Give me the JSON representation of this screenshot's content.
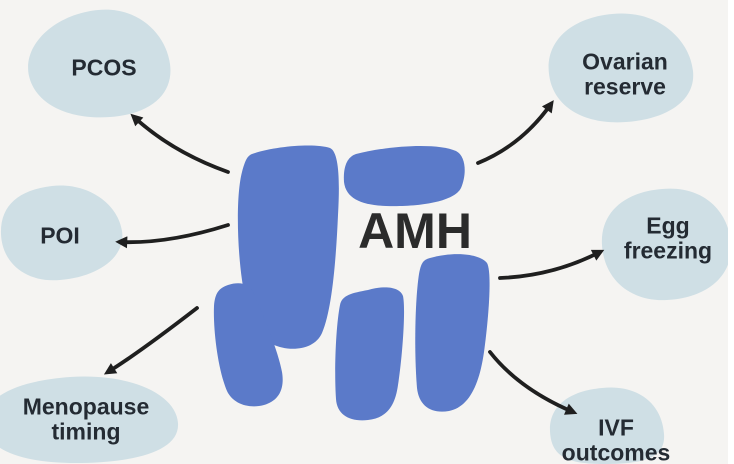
{
  "diagram": {
    "center_title": "AMH",
    "nodes": {
      "pcos": {
        "lines": [
          "PCOS"
        ]
      },
      "poi": {
        "lines": [
          "POI"
        ]
      },
      "menopause": {
        "lines": [
          "Menopause",
          "timing"
        ]
      },
      "ovarian": {
        "lines": [
          "Ovarian",
          "reserve"
        ]
      },
      "egg": {
        "lines": [
          "Egg",
          "freezing"
        ]
      },
      "ivf": {
        "lines": [
          "IVF",
          "outcomes"
        ]
      }
    },
    "arrows": [
      {
        "from": "AMH",
        "to": "PCOS"
      },
      {
        "from": "AMH",
        "to": "POI"
      },
      {
        "from": "AMH",
        "to": "Menopause timing"
      },
      {
        "from": "AMH",
        "to": "Ovarian reserve"
      },
      {
        "from": "AMH",
        "to": "Egg freezing"
      },
      {
        "from": "AMH",
        "to": "IVF outcomes"
      }
    ],
    "colors": {
      "background": "#f5f4f2",
      "node_blob": "#cfdfe5",
      "center_shapes": "#5b7ac9",
      "arrow": "#1f1f1f",
      "label_text": "#242b33",
      "title_text": "#2b2b2b"
    }
  }
}
